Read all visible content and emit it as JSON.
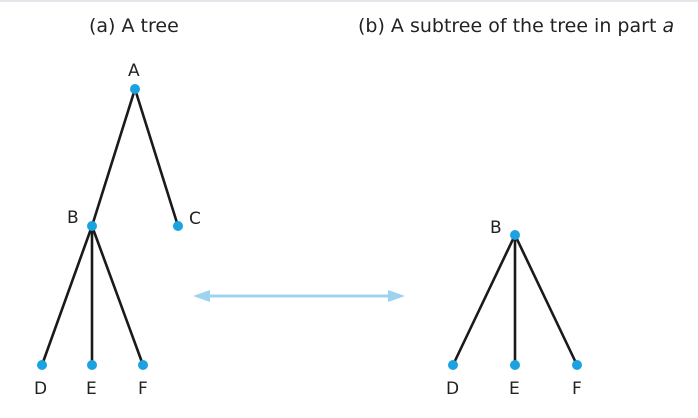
{
  "captions": {
    "a": "(a) A tree",
    "b_prefix": "(b) A subtree of the tree in part ",
    "b_italic": "a"
  },
  "tree_a": {
    "nodes": [
      "A",
      "B",
      "C",
      "D",
      "E",
      "F"
    ],
    "edges": [
      [
        "A",
        "B"
      ],
      [
        "A",
        "C"
      ],
      [
        "B",
        "D"
      ],
      [
        "B",
        "E"
      ],
      [
        "B",
        "F"
      ]
    ]
  },
  "tree_b": {
    "nodes": [
      "B",
      "D",
      "E",
      "F"
    ],
    "edges": [
      [
        "B",
        "D"
      ],
      [
        "B",
        "E"
      ],
      [
        "B",
        "F"
      ]
    ]
  },
  "colors": {
    "node": "#1aa3e0",
    "edge": "#1a1a1a",
    "arrow": "#9dd3ef",
    "text": "#222222"
  }
}
